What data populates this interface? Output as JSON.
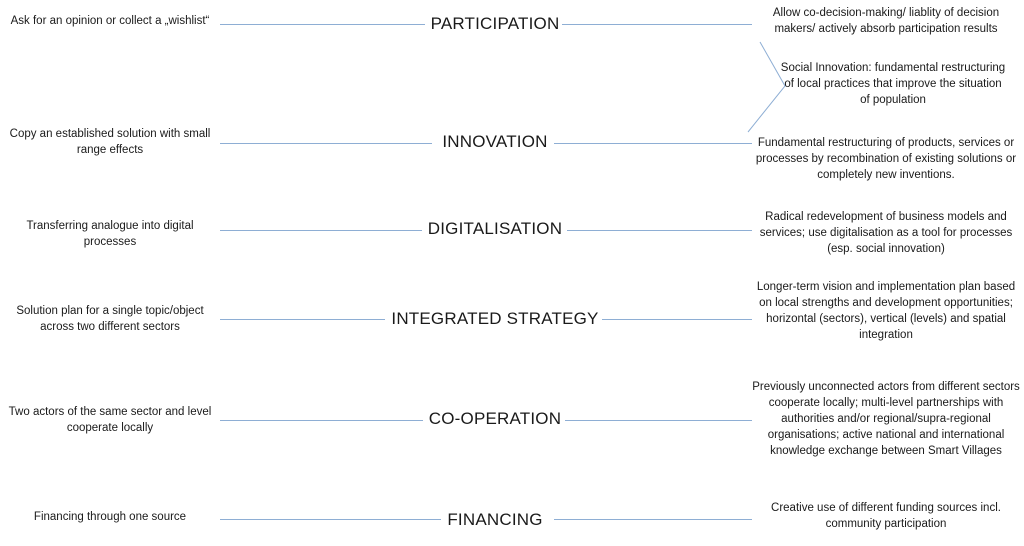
{
  "rows": [
    {
      "left": "Ask for an opinion or collect a „wishlist“",
      "center": "PARTICIPATION",
      "right": "Allow co-decision-making/ liablity of decision makers/ actively absorb participation results"
    },
    {
      "left": "Copy an established solution with small range effects",
      "center": "INNOVATION",
      "right": "Fundamental restructuring of products, services or processes by recombination of existing solutions or completely new inventions."
    },
    {
      "left": "Transferring analogue into digital processes",
      "center": "DIGITALISATION",
      "right": "Radical redevelopment of business models and services; use digitalisation as a tool for processes (esp. social innovation)"
    },
    {
      "left": "Solution plan for a single topic/object across two different sectors",
      "center": "INTEGRATED STRATEGY",
      "right": "Longer-term vision and implementation plan based on local strengths and development opportunities; horizontal (sectors), vertical (levels) and spatial integration"
    },
    {
      "left": "Two actors of the same sector and level cooperate locally",
      "center": "CO-OPERATION",
      "right": "Previously unconnected actors from different sectors cooperate locally; multi-level partnerships with authorities and/or regional/supra-regional organisations; active national and international knowledge exchange between Smart Villages"
    },
    {
      "left": "Financing through one source",
      "center": "FINANCING",
      "right": "Creative use of different funding sources incl. community participation"
    }
  ],
  "callout": "Social Innovation: fundamental restructuring of local practices that improve the situation of population",
  "colors": {
    "line": "#8eaed4",
    "text": "#1a1a1a"
  }
}
